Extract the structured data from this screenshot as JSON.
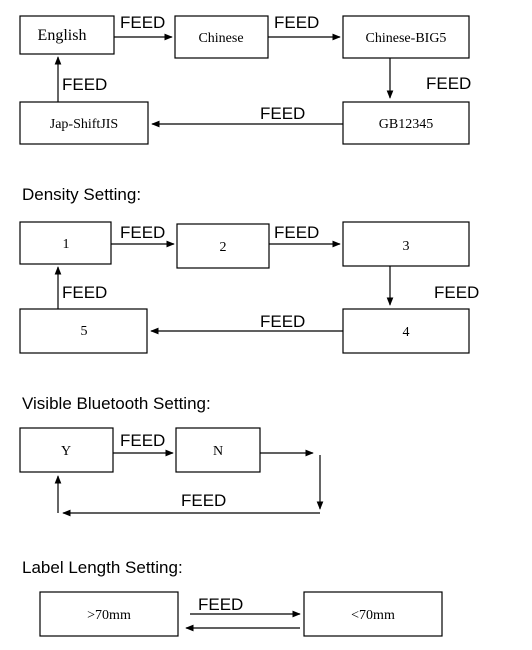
{
  "feed_label": "FEED",
  "sections": {
    "language": {
      "title": "",
      "nodes": [
        "English",
        "Chinese",
        "Chinese-BIG5",
        "GB12345",
        "Jap-ShiftJIS"
      ]
    },
    "density": {
      "title": "Density Setting:",
      "nodes": [
        "1",
        "2",
        "3",
        "4",
        "5"
      ]
    },
    "bluetooth": {
      "title": "Visible Bluetooth Setting:",
      "nodes": [
        "Y",
        "N"
      ]
    },
    "label_length": {
      "title": "Label Length Setting:",
      "nodes": [
        ">70mm",
        "<70mm"
      ]
    }
  }
}
